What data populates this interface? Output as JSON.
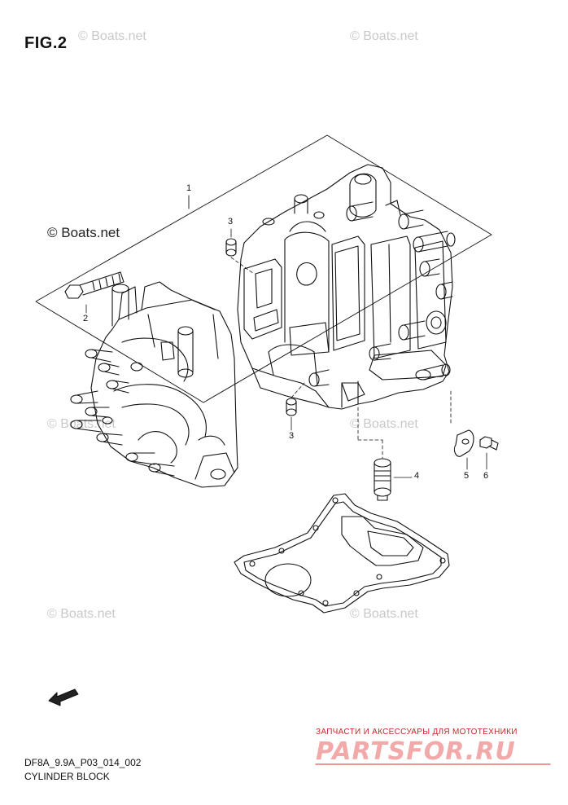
{
  "figure": {
    "title": "FIG.2",
    "code": "DF8A_9.9A_P03_014_002",
    "name": "CYLINDER BLOCK"
  },
  "watermarks": {
    "primary": "© Boats.net",
    "faint": "© Boats.net"
  },
  "callouts": [
    {
      "id": "1"
    },
    {
      "id": "2"
    },
    {
      "id": "3"
    },
    {
      "id": "3"
    },
    {
      "id": "4"
    },
    {
      "id": "5"
    },
    {
      "id": "6"
    }
  ],
  "callout_labels": [
    "1",
    "2",
    "3",
    "3",
    "4",
    "5",
    "6"
  ],
  "fwd_label": "FWD",
  "brand": {
    "tagline": "ЗАПЧАСТИ И АКСЕССУАРЫ ДЛЯ МОТОТЕХНИКИ",
    "logo_text": "PARTSFOR.RU"
  },
  "colors": {
    "line": "#111111",
    "watermark": "#c9c9c9",
    "brand_red": "#c62828",
    "brand_pink": "#f2a9a9"
  }
}
